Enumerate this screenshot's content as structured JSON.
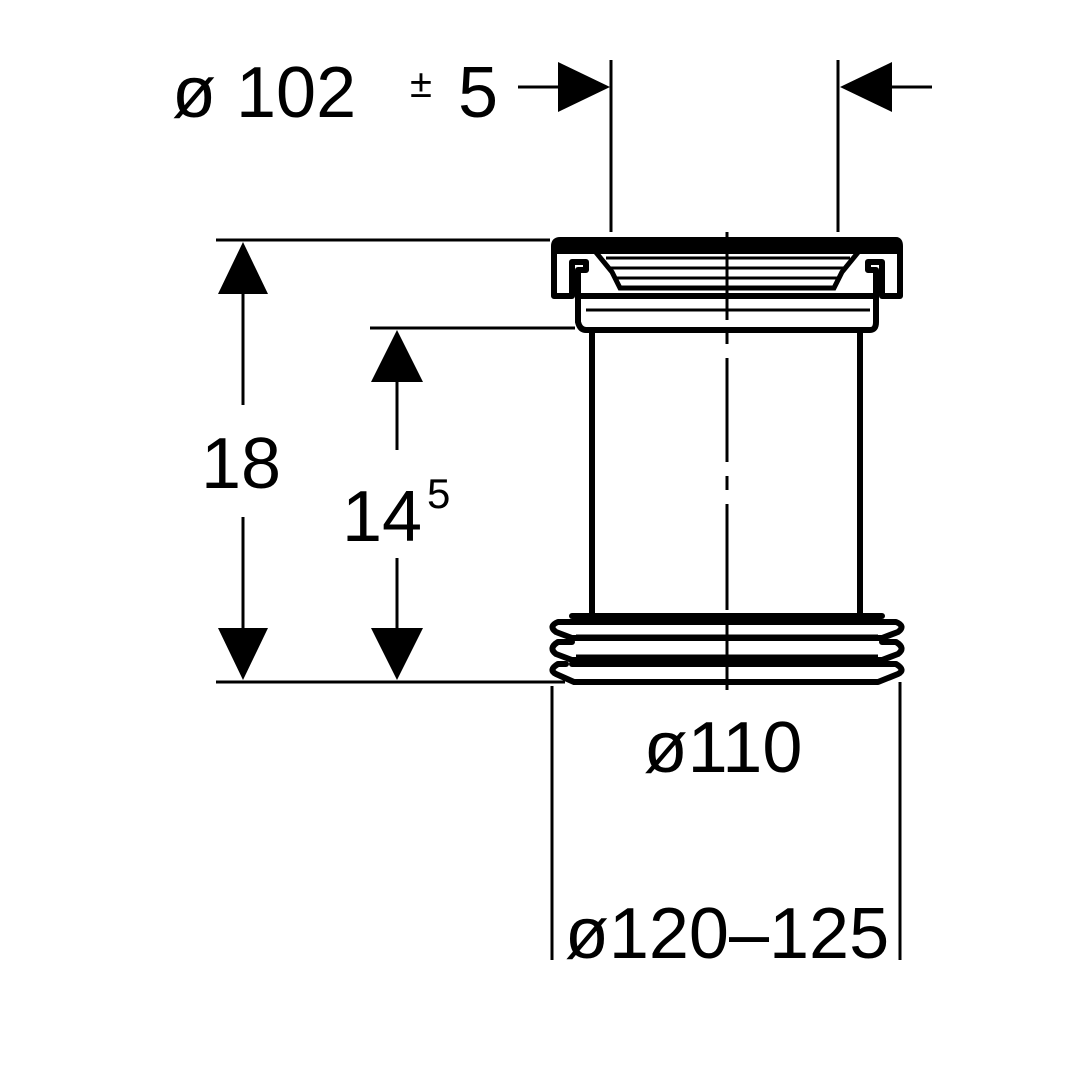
{
  "drawing": {
    "top_diameter_label": "ø 102",
    "top_tolerance_symbol": "±",
    "top_tolerance_value": "5",
    "overall_height_label": "18",
    "inner_height_main": "14",
    "inner_height_sup": "5",
    "pipe_diameter_label": "ø110",
    "seal_diameter_label": "ø120–125"
  }
}
